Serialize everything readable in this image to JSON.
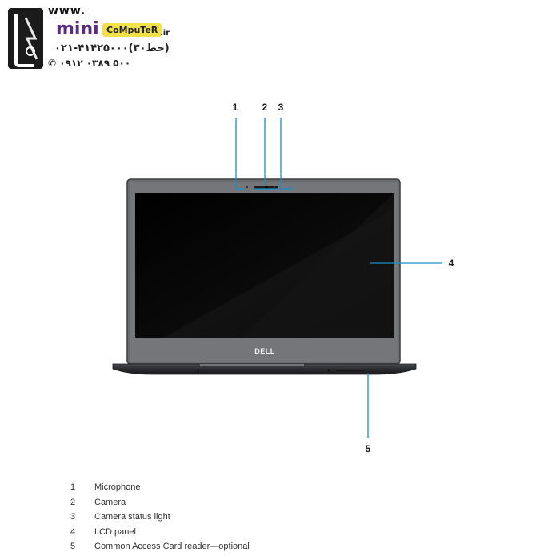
{
  "watermark": {
    "www": "www.",
    "mini": "mini",
    "computer": "CoMpuTeR",
    "domain_suffix": ".ir",
    "phone_main": "۰۲۱-۴۱۴۲۵۰۰۰(۳۰خط)",
    "phone_mobile": "۰۹۱۲ ۰۳۸۹ ۵۰۰",
    "colors": {
      "mini": "#5a2a86",
      "computer_bg": "#f2e24a"
    }
  },
  "device": {
    "brand_logo": "DELL"
  },
  "callouts": [
    "1",
    "2",
    "3",
    "4",
    "5"
  ],
  "legend": [
    {
      "number": "1",
      "label": "Microphone"
    },
    {
      "number": "2",
      "label": "Camera"
    },
    {
      "number": "3",
      "label": "Camera status light"
    },
    {
      "number": "4",
      "label": "LCD panel"
    },
    {
      "number": "5",
      "label": "Common Access Card reader—optional"
    }
  ],
  "colors": {
    "callout_line": "#1a8fc6",
    "bezel": "#6a6c70",
    "screen": "#050505",
    "base": "#2a2b2e"
  }
}
